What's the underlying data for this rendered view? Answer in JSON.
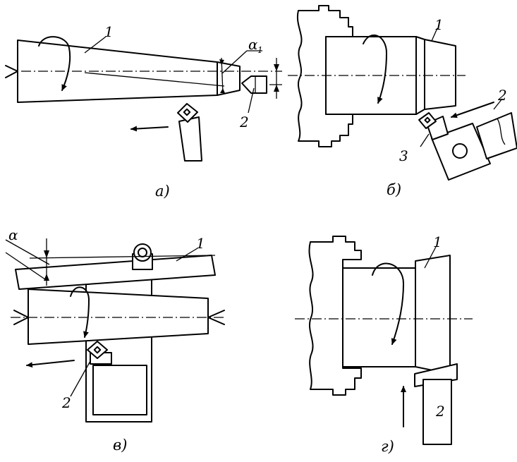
{
  "labels": {
    "a": {
      "part": "1",
      "tool": "2",
      "angle": "α",
      "angle_sub": "1"
    },
    "b": {
      "part": "1",
      "tool": "2",
      "insert": "3"
    },
    "v": {
      "part": "1",
      "tool": "2",
      "angle": "α"
    },
    "g": {
      "part": "1",
      "tool": "2"
    }
  },
  "captions": {
    "a": "а)",
    "b": "б)",
    "v": "в)",
    "g": "г)"
  },
  "colors": {
    "line": "#000000",
    "background": "#ffffff"
  }
}
